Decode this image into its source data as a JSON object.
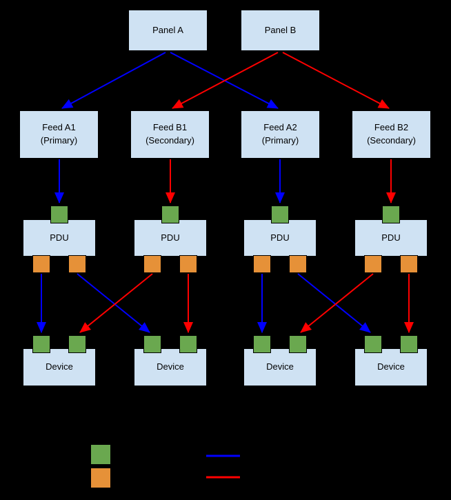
{
  "colors": {
    "background": "#000000",
    "node_fill": "#cfe2f3",
    "node_border": "#000000",
    "input_port_green": "#6aa84f",
    "output_port_orange": "#e69138",
    "primary_path_blue": "#0000ff",
    "secondary_path_red": "#ff0000"
  },
  "nodes": {
    "panel_a": {
      "label": "Panel A"
    },
    "panel_b": {
      "label": "Panel B"
    },
    "feed_a1": {
      "label": "Feed A1",
      "sublabel": "(Primary)"
    },
    "feed_b1": {
      "label": "Feed B1",
      "sublabel": "(Secondary)"
    },
    "feed_a2": {
      "label": "Feed A2",
      "sublabel": "(Primary)"
    },
    "feed_b2": {
      "label": "Feed B2",
      "sublabel": "(Secondary)"
    },
    "pdu_1": {
      "label": "PDU"
    },
    "pdu_2": {
      "label": "PDU"
    },
    "pdu_3": {
      "label": "PDU"
    },
    "pdu_4": {
      "label": "PDU"
    },
    "device_1": {
      "label": "Device"
    },
    "device_2": {
      "label": "Device"
    },
    "device_3": {
      "label": "Device"
    },
    "device_4": {
      "label": "Device"
    }
  },
  "edges": [
    {
      "from": "panel_a",
      "to": "feed_a1",
      "color": "#0000ff"
    },
    {
      "from": "panel_a",
      "to": "feed_a2",
      "color": "#0000ff"
    },
    {
      "from": "panel_b",
      "to": "feed_b1",
      "color": "#ff0000"
    },
    {
      "from": "panel_b",
      "to": "feed_b2",
      "color": "#ff0000"
    },
    {
      "from": "feed_a1",
      "to": "pdu_1",
      "color": "#0000ff"
    },
    {
      "from": "feed_b1",
      "to": "pdu_2",
      "color": "#ff0000"
    },
    {
      "from": "feed_a2",
      "to": "pdu_3",
      "color": "#0000ff"
    },
    {
      "from": "feed_b2",
      "to": "pdu_4",
      "color": "#ff0000"
    },
    {
      "from": "pdu_1",
      "to": "device_1",
      "color": "#0000ff"
    },
    {
      "from": "pdu_1",
      "to": "device_2",
      "color": "#0000ff"
    },
    {
      "from": "pdu_2",
      "to": "device_1",
      "color": "#ff0000"
    },
    {
      "from": "pdu_2",
      "to": "device_2",
      "color": "#ff0000"
    },
    {
      "from": "pdu_3",
      "to": "device_3",
      "color": "#0000ff"
    },
    {
      "from": "pdu_3",
      "to": "device_4",
      "color": "#0000ff"
    },
    {
      "from": "pdu_4",
      "to": "device_3",
      "color": "#ff0000"
    },
    {
      "from": "pdu_4",
      "to": "device_4",
      "color": "#ff0000"
    }
  ],
  "legend": {
    "items": [
      {
        "swatch": "green-square",
        "color": "#6aa84f"
      },
      {
        "swatch": "orange-square",
        "color": "#e69138"
      },
      {
        "line": "blue-line",
        "color": "#0000ff"
      },
      {
        "line": "red-line",
        "color": "#ff0000"
      }
    ]
  }
}
